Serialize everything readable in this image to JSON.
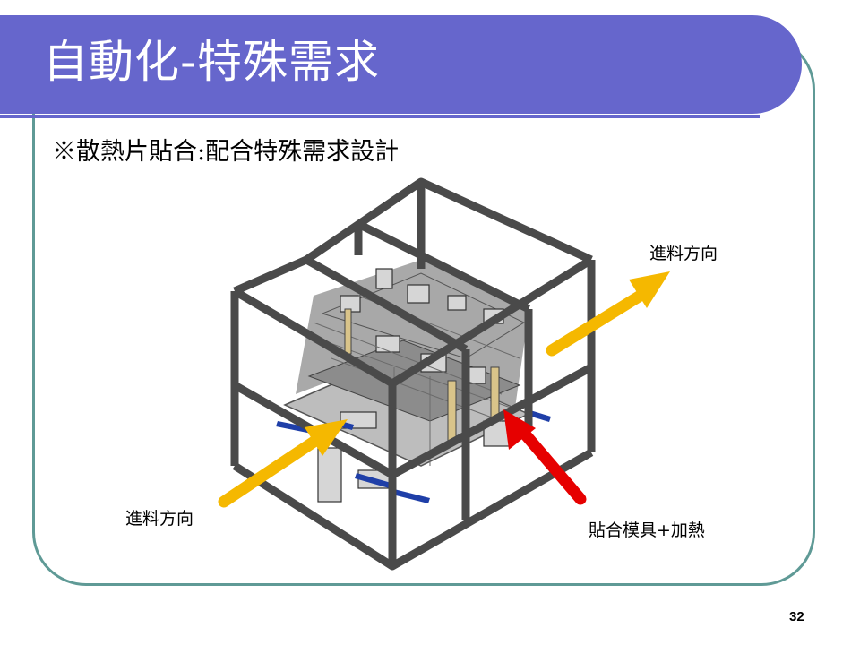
{
  "slide": {
    "title": "自動化-特殊需求",
    "subtitle": "※散熱片貼合:配合特殊需求設計",
    "page_number": "32"
  },
  "labels": {
    "feed_direction_top": "進料方向",
    "feed_direction_bottom": "進料方向",
    "bonding_fixture": "貼合模具+加熱"
  },
  "colors": {
    "banner": "#6666cc",
    "frame_border": "#5f9a96",
    "feed_arrow": "#f5b800",
    "fixture_arrow": "#e60000",
    "machine_frame": "#4a4a4a",
    "rail_blue": "#1f3fa8"
  },
  "figure": {
    "name": "heat-sink-bonding-machine-3d-render"
  }
}
